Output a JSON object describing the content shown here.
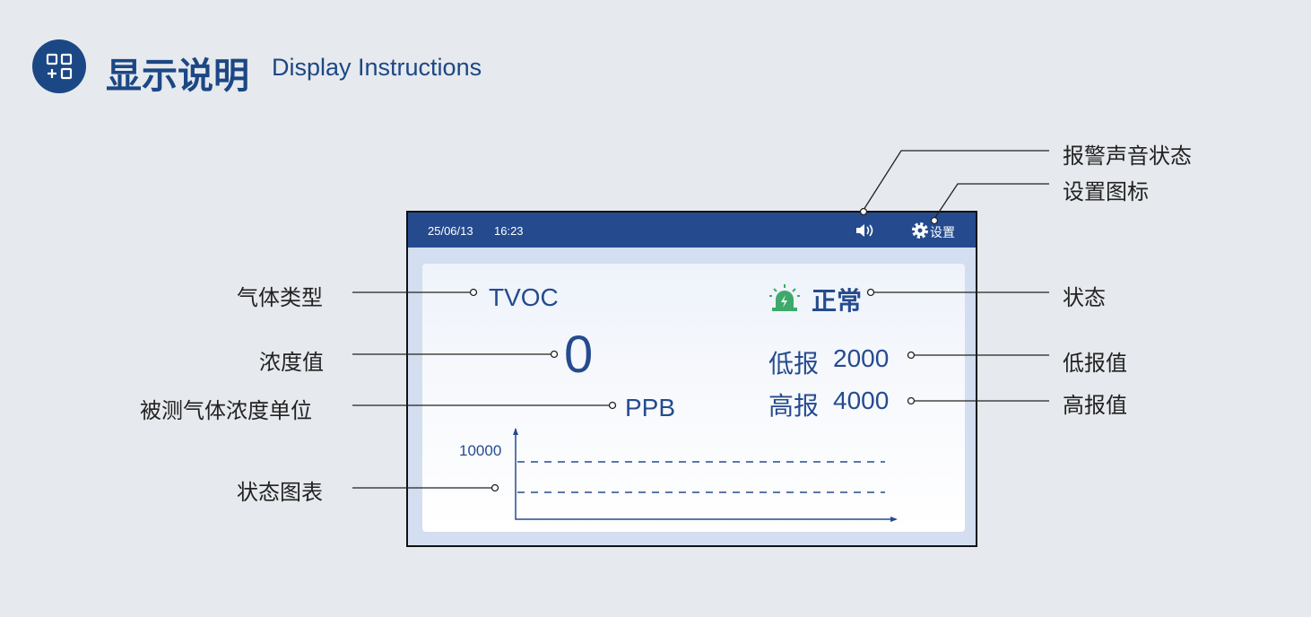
{
  "header": {
    "title_cn": "显示说明",
    "title_en": "Display Instructions",
    "icon": "apps-icon"
  },
  "device": {
    "date": "25/06/13",
    "time": "16:23",
    "settings_label": "设置",
    "gas_type": "TVOC",
    "concentration": "0",
    "unit": "PPB",
    "status": "正常",
    "low_alarm_label": "低报",
    "low_alarm_value": "2000",
    "high_alarm_label": "高报",
    "high_alarm_value": "4000",
    "chart_max_label": "10000",
    "status_color": "#3daa6b"
  },
  "callouts": {
    "gas_type": "气体类型",
    "concentration": "浓度值",
    "unit": "被测气体浓度单位",
    "chart": "状态图表",
    "alarm_sound": "报警声音状态",
    "settings_icon": "设置图标",
    "status": "状态",
    "low_alarm": "低报值",
    "high_alarm": "高报值"
  }
}
